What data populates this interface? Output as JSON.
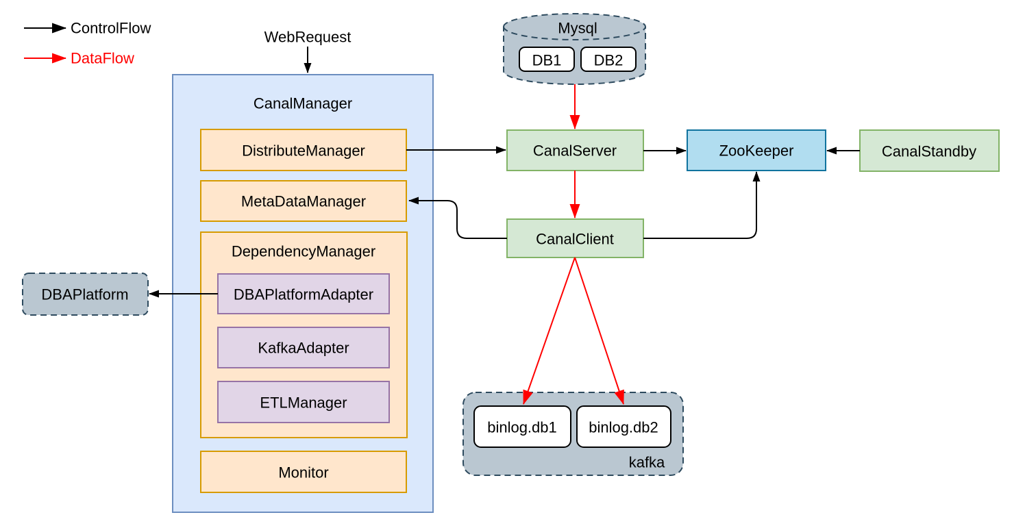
{
  "legend": {
    "control_flow_label": "ControlFlow",
    "data_flow_label": "DataFlow"
  },
  "annotations": {
    "web_request": "WebRequest",
    "kafka_group": "kafka"
  },
  "nodes": {
    "canal_manager": "CanalManager",
    "distribute_manager": "DistributeManager",
    "meta_data_manager": "MetaDataManager",
    "dependency_manager": "DependencyManager",
    "dba_platform_adapter": "DBAPlatformAdapter",
    "kafka_adapter": "KafkaAdapter",
    "etl_manager": "ETLManager",
    "monitor": "Monitor",
    "mysql": "Mysql",
    "db1": "DB1",
    "db2": "DB2",
    "canal_server": "CanalServer",
    "zookeeper": "ZooKeeper",
    "canal_standby": "CanalStandby",
    "canal_client": "CanalClient",
    "dba_platform": "DBAPlatform",
    "binlog_db1": "binlog.db1",
    "binlog_db2": "binlog.db2"
  },
  "edges": [
    {
      "from": "WebRequest",
      "to": "CanalManager",
      "type": "ControlFlow"
    },
    {
      "from": "DistributeManager",
      "to": "CanalServer",
      "type": "ControlFlow"
    },
    {
      "from": "CanalServer",
      "to": "ZooKeeper",
      "type": "ControlFlow"
    },
    {
      "from": "CanalStandby",
      "to": "ZooKeeper",
      "type": "ControlFlow"
    },
    {
      "from": "CanalClient",
      "to": "ZooKeeper",
      "type": "ControlFlow"
    },
    {
      "from": "CanalClient",
      "to": "MetaDataManager",
      "type": "ControlFlow"
    },
    {
      "from": "DBAPlatformAdapter",
      "to": "DBAPlatform",
      "type": "ControlFlow"
    },
    {
      "from": "Mysql",
      "to": "CanalServer",
      "type": "DataFlow"
    },
    {
      "from": "CanalServer",
      "to": "CanalClient",
      "type": "DataFlow"
    },
    {
      "from": "CanalClient",
      "to": "binlog.db1",
      "type": "DataFlow"
    },
    {
      "from": "CanalClient",
      "to": "binlog.db2",
      "type": "DataFlow"
    }
  ],
  "colors": {
    "control_flow": "#000000",
    "data_flow": "#ff0000",
    "container_blue_fill": "#dae8fc",
    "container_blue_stroke": "#6c8ebf",
    "orange_fill": "#ffe6cc",
    "orange_stroke": "#d79b00",
    "purple_fill": "#e1d5e7",
    "purple_stroke": "#9673a6",
    "green_fill": "#d5e8d4",
    "green_stroke": "#82b366",
    "skyblue_fill": "#b1ddf0",
    "skyblue_stroke": "#10739e",
    "gray_fill": "#bac7d1",
    "gray_stroke": "#2d4a5e",
    "white_fill": "#ffffff"
  }
}
